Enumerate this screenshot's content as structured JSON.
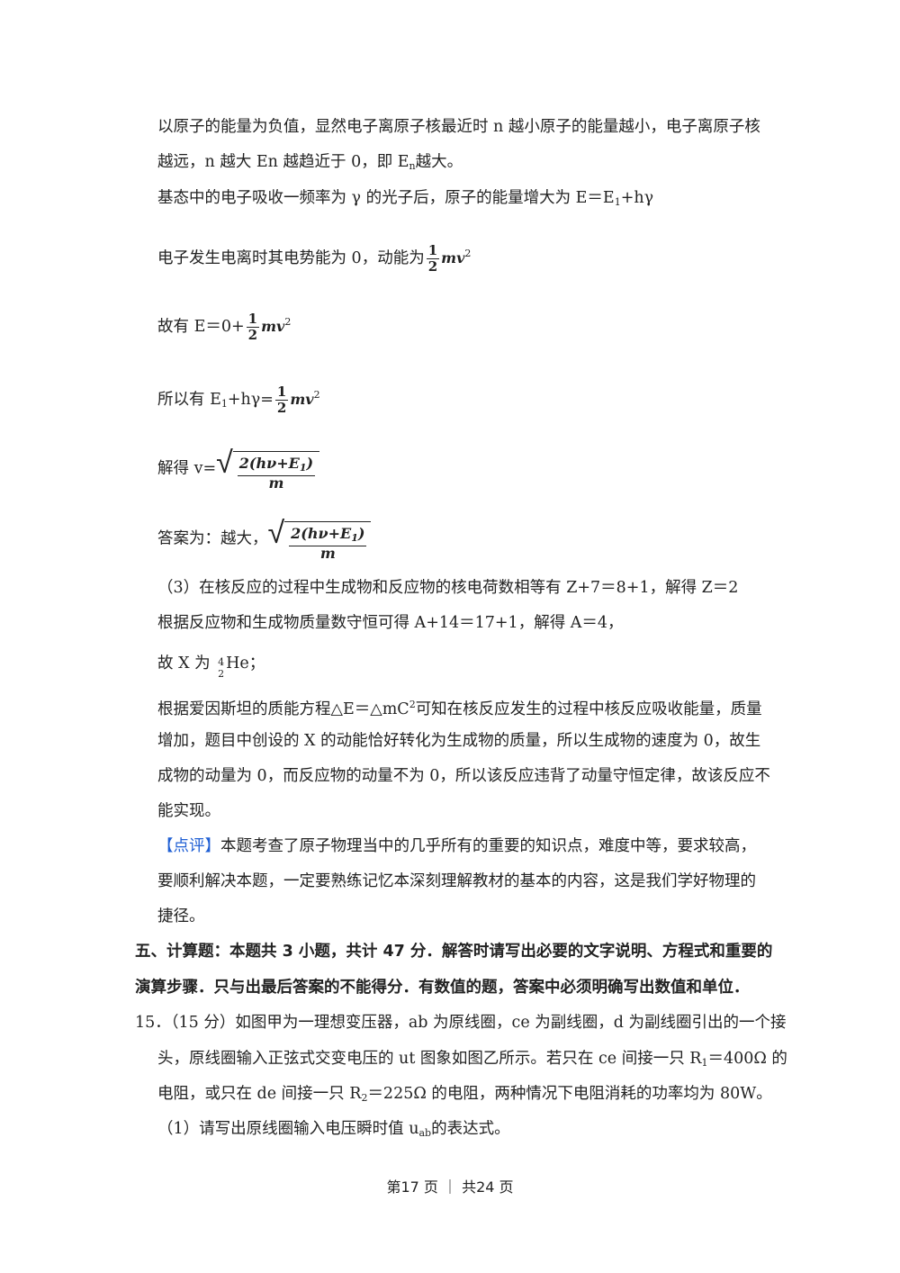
{
  "lines": {
    "l1": "以原子的能量为负值，显然电子离原子核最近时 n 越小原子的能量越小，电子离原子核",
    "l2": "越远，n 越大 En 越趋近于 0，即 E",
    "l2_sub": "n",
    "l2_end": "越大。",
    "l3": "基态中的电子吸收一频率为 γ 的光子后，原子的能量增大为 E＝E",
    "l3_sub": "1",
    "l3_end": "+hγ",
    "l4": "电子发生电离时其电势能为 0，动能为",
    "l5": "故有 E＝0+",
    "l6_a": "所以有 E",
    "l6_sub": "1",
    "l6_b": "+hγ=",
    "l7": "解得 v=",
    "l8": "答案为：越大，",
    "l9": "（3）在核反应的过程中生成物和反应物的核电荷数相等有 Z+7＝8+1，解得 Z＝2",
    "l10": "根据反应物和生成物质量数守恒可得 A+14＝17+1，解得 A＝4，",
    "l11_a": "故 X 为",
    "l11_mass": "4",
    "l11_charge": "2",
    "l11_el": "He；",
    "l12": "根据爱因斯坦的质能方程△E＝△mC",
    "l12_sup": "2",
    "l12_end": "可知在核反应发生的过程中核反应吸收能量，质量",
    "l13": "增加，题目中创设的 X 的动能恰好转化为生成物的质量，所以生成物的速度为 0，故生",
    "l14": "成物的动量为 0，而反应物的动量不为 0，所以该反应违背了动量守恒定律，故该反应不",
    "l15": "能实现。",
    "l16_tag": "【点评】",
    "l16": "本题考查了原子物理当中的几乎所有的重要的知识点，难度中等，要求较高，",
    "l17": "要顺利解决本题，一定要熟练记忆本深刻理解教材的基本的内容，这是我们学好物理的",
    "l18": "捷径。",
    "h1": "五、计算题：本题共 3 小题，共计 47 分．解答时请写出必要的文字说明、方程式和重要的",
    "h2": "演算步骤．只与出最后答案的不能得分．有数值的题，答案中必须明确写出数值和单位．",
    "q1": "15．（15 分）如图甲为一理想变压器，ab 为原线圈，ce 为副线圈，d 为副线圈引出的一个接",
    "q2": "头，原线圈输入正弦式交变电压的 ut 图象如图乙所示。若只在 ce 间接一只 R",
    "q2_sub": "1",
    "q2_end": "＝400Ω 的",
    "q3": "电阻，或只在 de 间接一只 R",
    "q3_sub": "2",
    "q3_end": "＝225Ω 的电阻，两种情况下电阻消耗的功率均为 80W。",
    "q4": "（1）请写出原线圈输入电压瞬时值 u",
    "q4_sub": "ab",
    "q4_end": "的表达式。"
  },
  "math": {
    "half_num": "1",
    "half_den": "2",
    "mv2": "mv",
    "sq": "2",
    "v_num": "2(hν+E",
    "v_num_sub": "1",
    "v_num_end": ")",
    "v_den": "m"
  },
  "footer": "第17 页 ｜ 共24 页"
}
